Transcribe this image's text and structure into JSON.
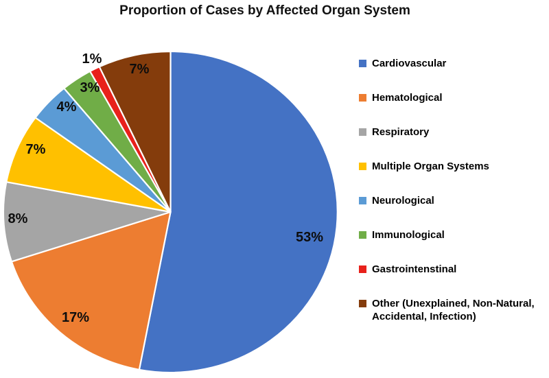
{
  "chart_data": {
    "type": "pie",
    "title": "Proportion of Cases by Affected Organ System",
    "legend_position": "right",
    "start_angle_deg": 0,
    "direction": "clockwise",
    "categories": [
      "Cardiovascular",
      "Hematological",
      "Respiratory",
      "Multiple Organ Systems",
      "Neurological",
      "Immunological",
      "Gastrointenstinal",
      "Other (Unexplained, Non-Natural, Accidental, Infection)"
    ],
    "values": [
      53,
      17,
      8,
      7,
      4,
      3,
      1,
      7
    ],
    "slice_labels": [
      "53%",
      "17%",
      "8%",
      "7%",
      "4%",
      "3%",
      "1%",
      "7%"
    ],
    "colors": [
      "#4472C4",
      "#ED7D31",
      "#A5A5A5",
      "#FFC000",
      "#5B9BD5",
      "#70AD47",
      "#E8211B",
      "#843C0C"
    ],
    "label_color": "#0d0d0d",
    "title_color": "#111111"
  }
}
